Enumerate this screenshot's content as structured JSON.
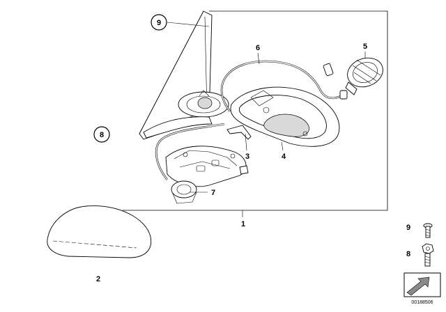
{
  "diagram": {
    "callouts": {
      "mirror": "1",
      "cover_cap": "2",
      "bracket": "3",
      "housing": "4",
      "motor": "5",
      "cable": "6",
      "fold_motor": "7",
      "nut_main": "8",
      "glass": "9",
      "screw_small": "9",
      "nut_small": "8"
    },
    "reference_number": "00188506"
  }
}
